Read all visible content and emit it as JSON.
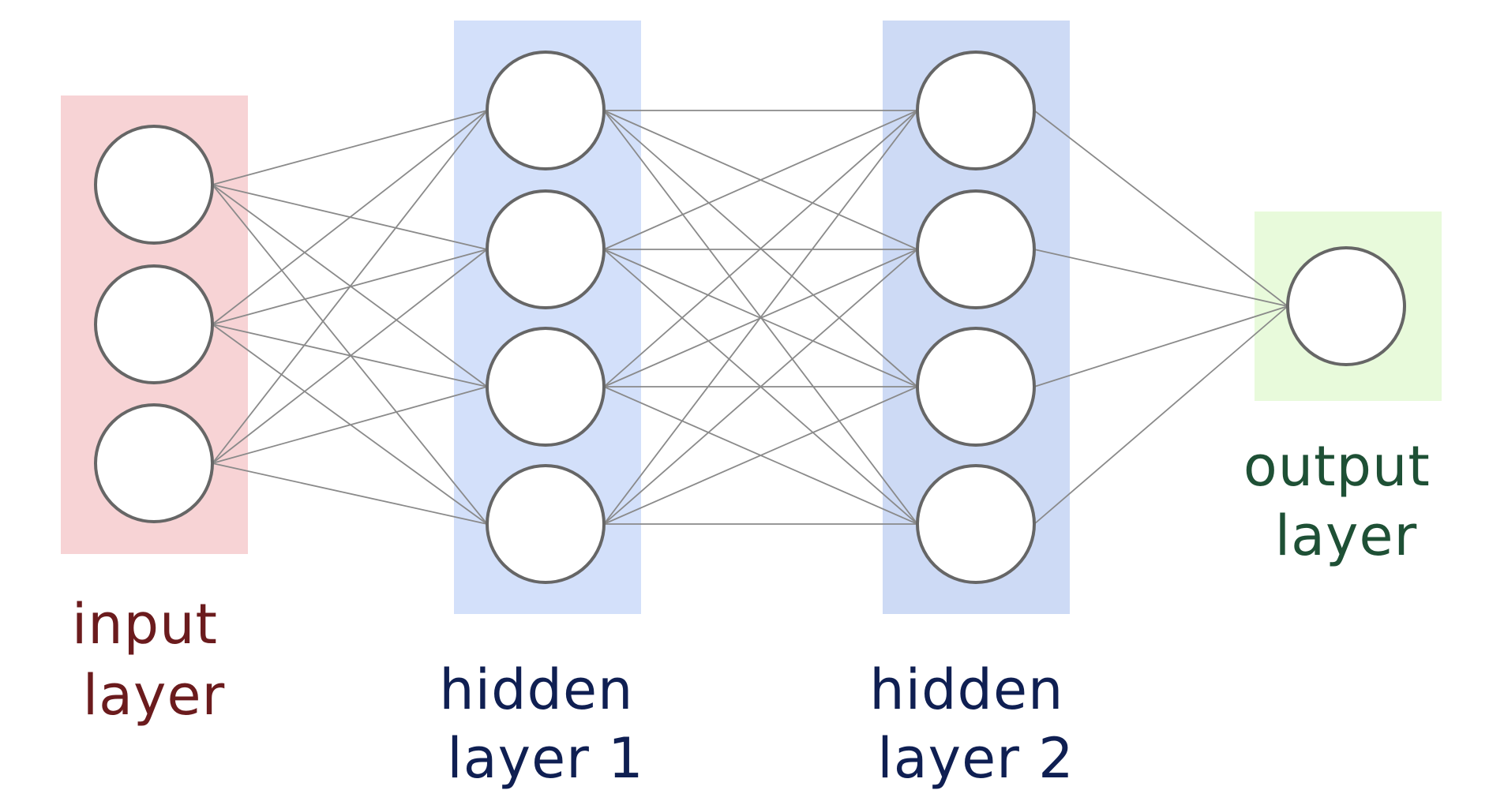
{
  "colors": {
    "input_band": "#f7d3d5",
    "hidden1_band": "#d3e0fa",
    "hidden2_band": "#cddaf5",
    "output_band": "#e8fadb",
    "input_text": "#6b1b1d",
    "hidden_text": "#0f1f52",
    "output_text": "#1e5035",
    "edge": "#8a8a8a",
    "node_stroke": "#666666"
  },
  "layers": [
    {
      "id": "input",
      "nodes": 3,
      "label_line1": "input",
      "label_line2": "layer"
    },
    {
      "id": "hidden1",
      "nodes": 4,
      "label_line1": "hidden",
      "label_line2": "layer 1"
    },
    {
      "id": "hidden2",
      "nodes": 4,
      "label_line1": "hidden",
      "label_line2": "layer 2"
    },
    {
      "id": "output",
      "nodes": 1,
      "label_line1": "output",
      "label_line2": "layer"
    }
  ],
  "connectivity": "fully-connected"
}
